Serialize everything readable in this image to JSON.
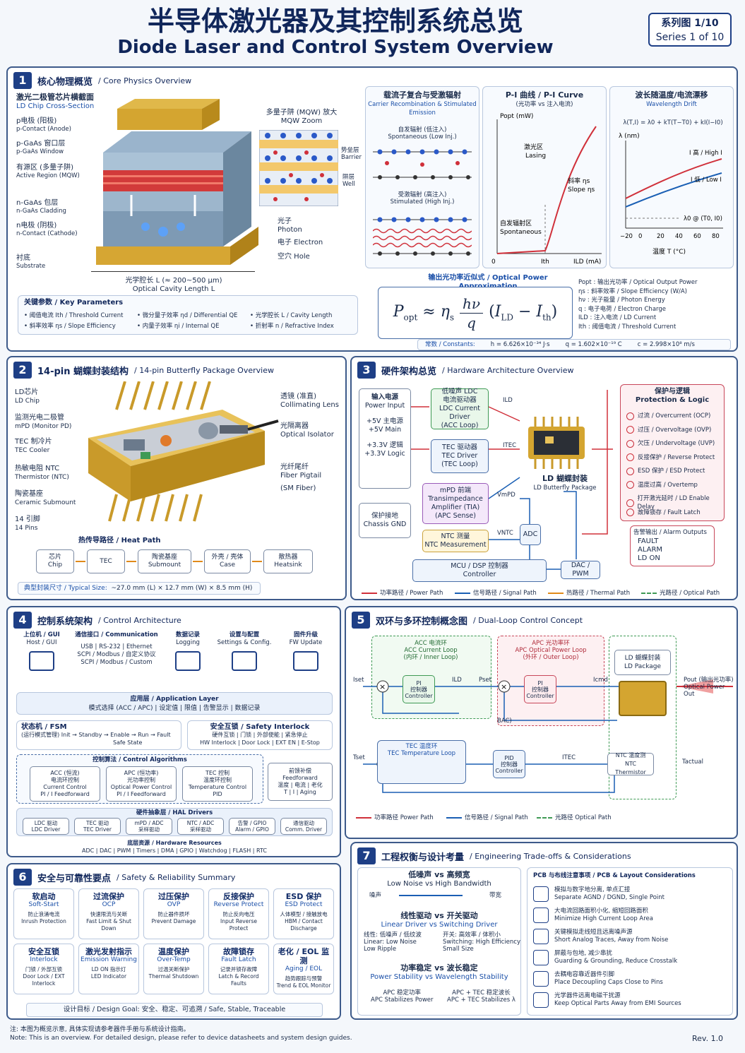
{
  "header": {
    "title_cn": "半导体激光器及其控制系统总览",
    "title_en": "Diode Laser and Control System Overview",
    "series_cn": "系列图 1/10",
    "series_en": "Series 1 of 10"
  },
  "s1": {
    "num": "1",
    "title_cn": "核心物理概览",
    "title_en": "Core Physics Overview",
    "chip_title_cn": "激光二极管芯片横截面",
    "chip_title_en": "LD Chip Cross-Section",
    "layers": [
      {
        "cn": "p电极 (阳极)",
        "en": "p-Contact (Anode)"
      },
      {
        "cn": "p-GaAs 窗口层",
        "en": "p-GaAs Window"
      },
      {
        "cn": "有源区 (多量子阱)",
        "en": "Active Region (MQW)"
      },
      {
        "cn": "n-GaAs 包层",
        "en": "n-GaAs Cladding"
      },
      {
        "cn": "n电极 (阴极)",
        "en": "n-Contact (Cathode)"
      },
      {
        "cn": "衬底",
        "en": "Substrate"
      }
    ],
    "mqw_cn": "多量子阱 (MQW) 放大",
    "mqw_en": "MQW Zoom",
    "barrier_cn": "势垒层",
    "barrier_en": "Barrier",
    "well_cn": "阱层",
    "well_en": "Well",
    "photon_cn": "光子",
    "photon_en": "Photon",
    "electron": "电子 Electron",
    "hole": "空穴 Hole",
    "cavity_cn": "光学腔长 L (≈ 200~500 μm)",
    "cavity_en": "Optical Cavity Length L",
    "params_title": "关键参数 / Key Parameters",
    "params": [
      "• 阈值电流 Ith / Threshold Current",
      "• 微分量子效率 ηd / Differential QE",
      "• 光学腔长 L / Cavity Length",
      "• 斜率效率 ηs / Slope Efficiency",
      "• 内量子效率 ηi / Internal QE",
      "• 折射率 n / Refractive Index"
    ],
    "carrier_title_cn": "载流子复合与受激辐射",
    "carrier_title_en": "Carrier Recombination & Stimulated Emission",
    "spont_cn": "自发辐射 (低注入)",
    "spont_en": "Spontaneous (Low Inj.)",
    "stim_cn": "受激辐射 (高注入)",
    "stim_en": "Stimulated (High Inj.)",
    "pi_title_cn": "P-I 曲线 / P-I Curve",
    "pi_sub": "(光功率 vs 注入电流)",
    "pi_ylabel": "Popt (mW)",
    "pi_xlabel": "ILD (mA)",
    "pi_zero": "0",
    "pi_ith": "Ith",
    "pi_lasing_cn": "激光区",
    "pi_lasing_en": "Lasing",
    "pi_slope_cn": "斜率 ηs",
    "pi_slope_en": "Slope ηs",
    "pi_spont_cn": "自发辐射区",
    "pi_spont_en": "Spontaneous",
    "wl_title_cn": "波长随温度/电流漂移",
    "wl_title_en": "Wavelength Drift",
    "wl_eq": "λ(T,I) = λ0 + kT(T−T0) + kI(I−I0)",
    "wl_ylabel": "λ (nm)",
    "wl_high": "I 高 / High I",
    "wl_low": "I 低 / Low I",
    "wl_ref": "λ0 @ (T0, I0)",
    "wl_xlabel": "温度 T (°C)",
    "wl_ticks": [
      "−20",
      "0",
      "20",
      "40",
      "60",
      "80"
    ],
    "approx_title": "输出光功率近似式 / Optical Power Approximation",
    "legend": [
      "Popt : 输出光功率 / Optical Output Power",
      "ηs : 斜率效率 / Slope Efficiency (W/A)",
      "hν : 光子能量 / Photon Energy",
      "q : 电子电荷 / Electron Charge",
      "ILD : 注入电流 / LD Current",
      "Ith : 阈值电流 / Threshold Current"
    ],
    "constants_label": "常数 / Constants:",
    "const_h": "h = 6.626×10⁻³⁴ J·s",
    "const_q": "q = 1.602×10⁻¹⁹ C",
    "const_c": "c = 2.998×10⁸ m/s"
  },
  "s2": {
    "num": "2",
    "title_cn": "14-pin 蝴蝶封装结构",
    "title_en": "14-pin Butterfly Package Overview",
    "left": [
      {
        "cn": "LD芯片",
        "en": "LD Chip"
      },
      {
        "cn": "监测光电二极管",
        "en": "mPD (Monitor PD)"
      },
      {
        "cn": "TEC 制冷片",
        "en": "TEC Cooler"
      },
      {
        "cn": "热敏电阻 NTC",
        "en": "Thermistor (NTC)"
      },
      {
        "cn": "陶瓷基座",
        "en": "Ceramic Submount"
      },
      {
        "cn": "14 引脚",
        "en": "14 Pins"
      }
    ],
    "right": [
      {
        "cn": "透镜 (准直)",
        "en": "Collimating Lens"
      },
      {
        "cn": "光隔离器",
        "en": "Optical Isolator"
      },
      {
        "cn": "光纤尾纤",
        "en": "Fiber Pigtail"
      },
      {
        "cn": "(SM Fiber)",
        "en": ""
      }
    ],
    "heat_title": "热传导路径 / Heat Path",
    "heat": [
      {
        "cn": "芯片",
        "en": "Chip"
      },
      {
        "cn": "TEC",
        "en": ""
      },
      {
        "cn": "陶瓷基座",
        "en": "Submount"
      },
      {
        "cn": "外壳 / 壳体",
        "en": "Case"
      },
      {
        "cn": "散热器",
        "en": "Heatsink"
      }
    ],
    "size_label": "典型封装尺寸 / Typical Size:",
    "size_value": "~27.0 mm (L) × 12.7 mm (W) × 8.5 mm (H)"
  },
  "s3": {
    "num": "3",
    "title_cn": "硬件架构总览",
    "title_en": "Hardware Architecture Overview",
    "power_cn": "输入电源",
    "power_en": "Power Input",
    "v5": "+5V 主电源\n+5V Main",
    "v33": "+3.3V 逻辑\n+3.3V Logic",
    "gnd": "保护接地\nChassis GND",
    "ldc": "低噪声 LDC\n电流驱动器\nLDC Current Driver\n(ACC Loop)",
    "tec": "TEC 驱动器\nTEC Driver\n(TEC Loop)",
    "mpd": "mPD 前端\nTransimpedance\nAmplifier (TIA)\n(APC Sense)",
    "ntc": "NTC 测量\nNTC Measurement",
    "adc": "ADC",
    "mcu": "MCU / DSP 控制器\nController",
    "dac": "DAC / PWM",
    "pkg_cn": "LD 蝴蝶封装",
    "pkg_en": "LD Butterfly Package",
    "i_ld": "ILD",
    "i_tec": "ITEC",
    "v_mpd": "VmPD",
    "v_ntc": "VNTC",
    "prot_title": "保护与逻辑\nProtection & Logic",
    "prot": [
      "过流 / Overcurrent (OCP)",
      "过压 / Overvoltage (OVP)",
      "欠压 / Undervoltage (UVP)",
      "反接保护 / Reverse Protect",
      "ESD 保护 / ESD Protect",
      "温度过高 / Overtemp",
      "打开激光延时 / LD Enable Delay",
      "故障锁存 / Fault Latch"
    ],
    "alarm_title": "告警输出 / Alarm Outputs",
    "alarms": [
      "FAULT",
      "ALARM",
      "LD ON"
    ],
    "legend": [
      "功率路径 / Power Path",
      "信号路径 / Signal Path",
      "热路径 / Thermal Path",
      "光路径 / Optical Path"
    ]
  },
  "s4": {
    "num": "4",
    "title_cn": "控制系统架构",
    "title_en": "Control Architecture",
    "top": [
      {
        "cn": "上位机 / GUI",
        "en": "Host / GUI"
      },
      {
        "cn": "通信接口 / Communication",
        "en": "USB | RS-232 | Ethernet\nSCPI / Modbus / 自定义协议\nSCPI / Modbus / Custom"
      },
      {
        "cn": "数据记录",
        "en": "Logging"
      },
      {
        "cn": "设置与配置",
        "en": "Settings & Config."
      },
      {
        "cn": "固件升级",
        "en": "FW Update"
      }
    ],
    "app_title": "应用层 / Application Layer",
    "app_desc": "模式选择 (ACC / APC) | 设定值 | 限值 | 告警显示 | 数据记录",
    "fsm_title": "状态机 / FSM",
    "fsm_desc": "(运行模式管理)  Init → Standby → Enable → Run → Fault",
    "fsm_safe": "Safe State",
    "safety_title": "安全互锁 / Safety Interlock",
    "safety_desc": "硬件互锁 | 门锁 | 外部使能 | 紧急停止\nHW Interlock | Door Lock | EXT EN | E-Stop",
    "algo_title": "控制算法 / Control Algorithms",
    "algos": [
      "ACC (恒流)\n电流环控制\nCurrent Control\nPI / I Feedforward",
      "APC (恒功率)\n光功率控制\nOptical Power Control\nPI / I Feedforward",
      "TEC 控制\n温度环控制\nTemperature Control\nPID"
    ],
    "ff": "前馈补偿\nFeedforward\n温度 | 电流 | 老化\nT | I | Aging",
    "hal_title": "硬件抽象层 / HAL Drivers",
    "hal": [
      "LDC 驱动\nLDC Driver",
      "TEC 驱动\nTEC Driver",
      "mPD / ADC\n采样驱动",
      "NTC / ADC\n采样驱动",
      "告警 / GPIO\nAlarm / GPIO",
      "通信驱动\nComm. Driver"
    ],
    "res_title": "底层资源 / Hardware Resources",
    "res": "ADC | DAC | PWM | Timers | DMA | GPIO | Watchdog | FLASH | RTC"
  },
  "s5": {
    "num": "5",
    "title_cn": "双环与多环控制概念图",
    "title_en": "Dual-Loop Control Concept",
    "acc_title": "ACC 电流环\nACC Current Loop\n(内环 / Inner Loop)",
    "apc_title": "APC 光功率环\nAPC Optical Power Loop\n(外环 / Outer Loop)",
    "pi1": "PI\n控制器\nController",
    "pi2": "PI\n控制器\nController",
    "pkg": "LD 蝴蝶封装\nLD Package",
    "iset": "Iset",
    "pset": "Pset",
    "ild": "ILD",
    "icmd": "Icmd",
    "pout": "Pout (输出光功率)\nOptical Power Out",
    "tec_title": "TEC 温度环\nTEC Temperature Loop",
    "pid": "PID\n控制器\nController",
    "itec": "ITEC",
    "ntc": "NTC 温度测\nNTC Thermistor",
    "tset": "Tset",
    "tact": "Tactual",
    "bac": "ΒAC)",
    "legend": [
      "功率路径 Power Path",
      "信号路径 / Signal Path",
      "光路径 Optical Path"
    ]
  },
  "s6": {
    "num": "6",
    "title_cn": "安全与可靠性要点",
    "title_en": "Safety & Reliability Summary",
    "cards": [
      {
        "h": "软启动",
        "e": "Soft-Start",
        "d": "防止浪涌电流\nInrush Protection"
      },
      {
        "h": "过流保护",
        "e": "OCP",
        "d": "快速限流与关断\nFast Limit & Shut Down"
      },
      {
        "h": "过压保护",
        "e": "OVP",
        "d": "防止器件损坏\nPrevent Damage"
      },
      {
        "h": "反接保护",
        "e": "Reverse Protect",
        "d": "防止反向电压\nInput Reverse Protect"
      },
      {
        "h": "ESD 保护",
        "e": "ESD Protect",
        "d": "人体模型 / 接触放电\nHBM / Contact Discharge"
      },
      {
        "h": "安全互锁",
        "e": "Interlock",
        "d": "门锁 / 外部互锁\nDoor Lock / EXT Interlock"
      },
      {
        "h": "激光发射指示",
        "e": "Emission Warning",
        "d": "LD ON 指示灯\nLED Indicator"
      },
      {
        "h": "温度保护",
        "e": "Over-Temp",
        "d": "过温关断保护\nThermal Shutdown"
      },
      {
        "h": "故障锁存",
        "e": "Fault Latch",
        "d": "记录并锁存故障\nLatch & Record Faults"
      },
      {
        "h": "老化 / EOL 监测",
        "e": "Aging / EOL",
        "d": "趋势跟踪与预警\nTrend & EOL Monitor"
      }
    ],
    "goal": "设计目标 / Design Goal:  安全、稳定、可追溯 / Safe, Stable, Traceable"
  },
  "s7": {
    "num": "7",
    "title_cn": "工程权衡与设计考量",
    "title_en": "Engineering Trade-offs & Considerations",
    "t1_cn": "低噪声 vs 高频宽",
    "t1_en": "Low Noise vs High Bandwidth",
    "noise": "噪声",
    "bw": "带宽",
    "t2_cn": "线性驱动 vs 开关驱动",
    "t2_en": "Linear Driver vs Switching Driver",
    "t2_left": "线性: 低噪声 / 低纹波\nLinear: Low Noise\nLow Ripple",
    "t2_right": "开关: 高效率 / 体积小\nSwitching: High Efficiency\nSmall Size",
    "t3_cn": "功率稳定 vs 波长稳定",
    "t3_en": "Power Stability vs Wavelength Stability",
    "t3_left": "APC 稳定功率\nAPC Stabilizes Power",
    "t3_right": "APC + TEC 稳定波长\nAPC + TEC Stabilizes λ",
    "pcb_title": "PCB 与布线注意事项 / PCB & Layout Considerations",
    "pcb": [
      "模拟与数字地分离, 单点汇接\nSeparate AGND / DGND, Single Point",
      "大电流回路面积小化, 缩短回路面积\nMinimize High Current Loop Area",
      "关键模拟走线短且远离噪声源\nShort Analog Traces, Away from Noise",
      "屏蔽与包地, 减少串扰\nGuarding & Grounding, Reduce Crosstalk",
      "去耦电容靠近器件引脚\nPlace Decoupling Caps Close to Pins",
      "光学器件远离电磁干扰源\nKeep Optical Parts Away from EMI Sources"
    ]
  },
  "footer": {
    "note_cn": "注: 本图为概览示意, 具体实现请参考器件手册与系统设计指南。",
    "note_en": "Note: This is an overview. For detailed design, please refer to device datasheets and system design guides.",
    "rev": "Rev. 1.0"
  },
  "colors": {
    "navy": "#1e3f86",
    "power": "#d0303a",
    "signal": "#1a5fb4",
    "thermal": "#e08a1a",
    "optical": "#3f9a55"
  }
}
